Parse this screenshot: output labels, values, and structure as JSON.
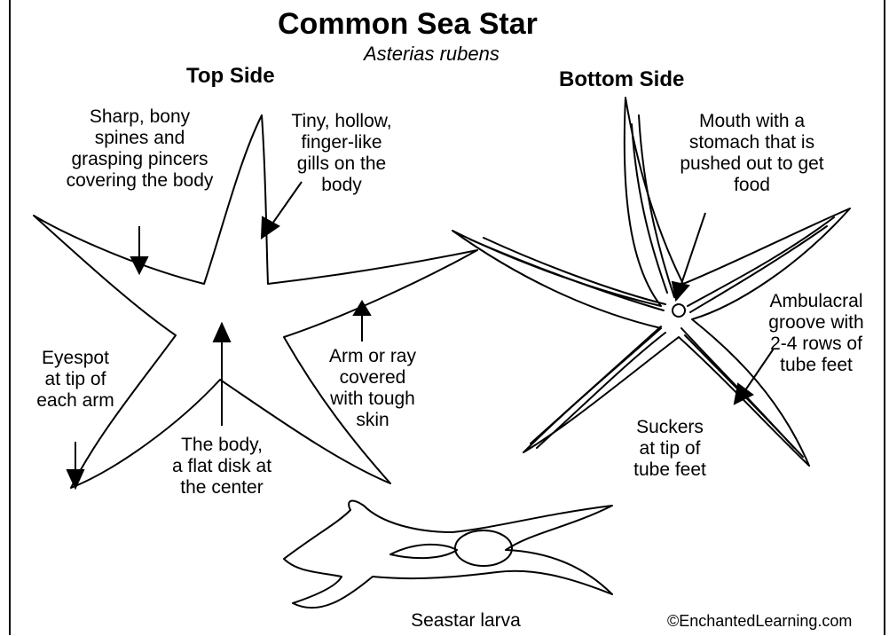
{
  "title": "Common Sea Star",
  "scientific_name": "Asterias rubens",
  "top_side": {
    "heading": "Top Side",
    "labels": {
      "spines": "Sharp, bony\nspines and\ngrasping pincers\ncovering the body",
      "gills": "Tiny, hollow,\nfinger-like\ngills on the\nbody",
      "eyespot": "Eyespot\nat tip of\neach arm",
      "body": "The body,\na flat disk at\nthe center",
      "arm": "Arm or ray\ncovered\nwith tough\nskin"
    }
  },
  "bottom_side": {
    "heading": "Bottom Side",
    "labels": {
      "mouth": "Mouth with a\nstomach that is\npushed out to get\nfood",
      "groove": "Ambulacral\ngroove with\n2-4 rows of\ntube feet",
      "suckers": "Suckers\nat tip of\ntube feet"
    }
  },
  "larva_label": "Seastar larva",
  "copyright": "©EnchantedLearning.com"
}
